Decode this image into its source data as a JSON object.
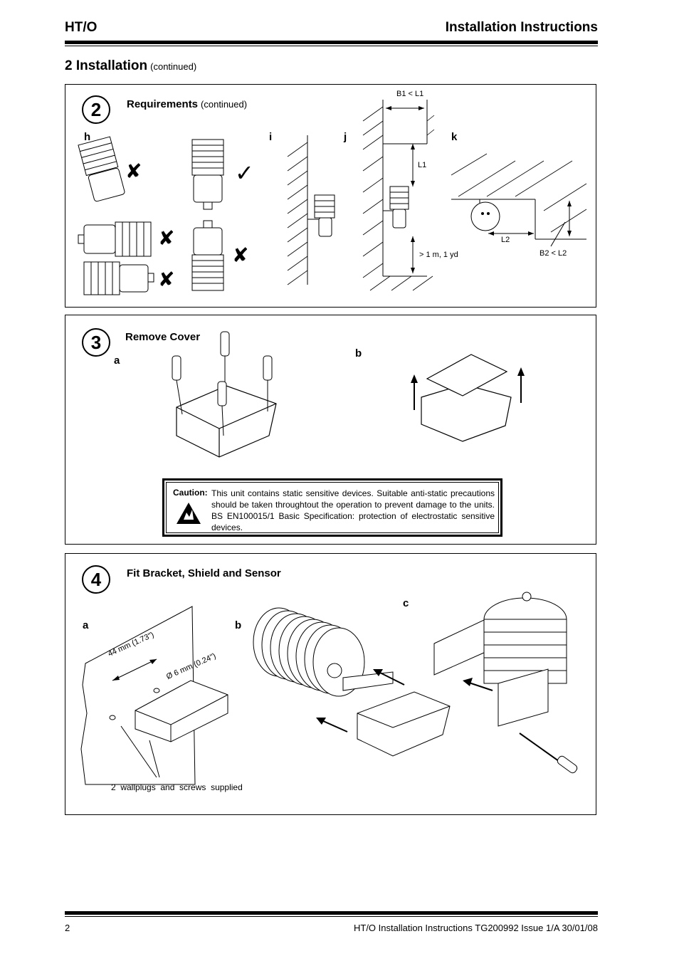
{
  "header": {
    "product": "HT/O",
    "doc_type": "Installation Instructions"
  },
  "section": {
    "title": "2 Installation",
    "continued": "(continued)"
  },
  "step2": {
    "number": "2",
    "title": "Requirements",
    "continued": "(continued)",
    "sub_labels": {
      "h": "h",
      "i": "i",
      "j": "j",
      "k": "k"
    },
    "dims": {
      "b1_l1": "B1 < L1",
      "l1": "L1",
      "height": "> 1 m, 1 yd",
      "l2": "L2",
      "b2_l2": "B2 < L2"
    }
  },
  "step3": {
    "number": "3",
    "title": "Remove Cover",
    "sub_labels": {
      "a": "a",
      "b": "b"
    },
    "caution": {
      "label": "Caution:",
      "text": "This unit contains static sensitive devices. Suitable anti-static precautions should be taken throughtout the operation to prevent damage to the units. BS EN100015/1 Basic Specification: protection of electrostatic sensitive devices."
    }
  },
  "step4": {
    "number": "4",
    "title": "Fit Bracket, Shield and Sensor",
    "sub_labels": {
      "a": "a",
      "b": "b",
      "c": "c"
    },
    "dims": {
      "spacing": "44 mm (1.73\")",
      "diameter": "Ø 6 mm (0.24\")"
    },
    "note": "2  wallplugs  and  screws  supplied"
  },
  "footer": {
    "page": "2",
    "doc_ref": "HT/O Installation Instructions TG200992 Issue 1/A 30/01/08"
  }
}
